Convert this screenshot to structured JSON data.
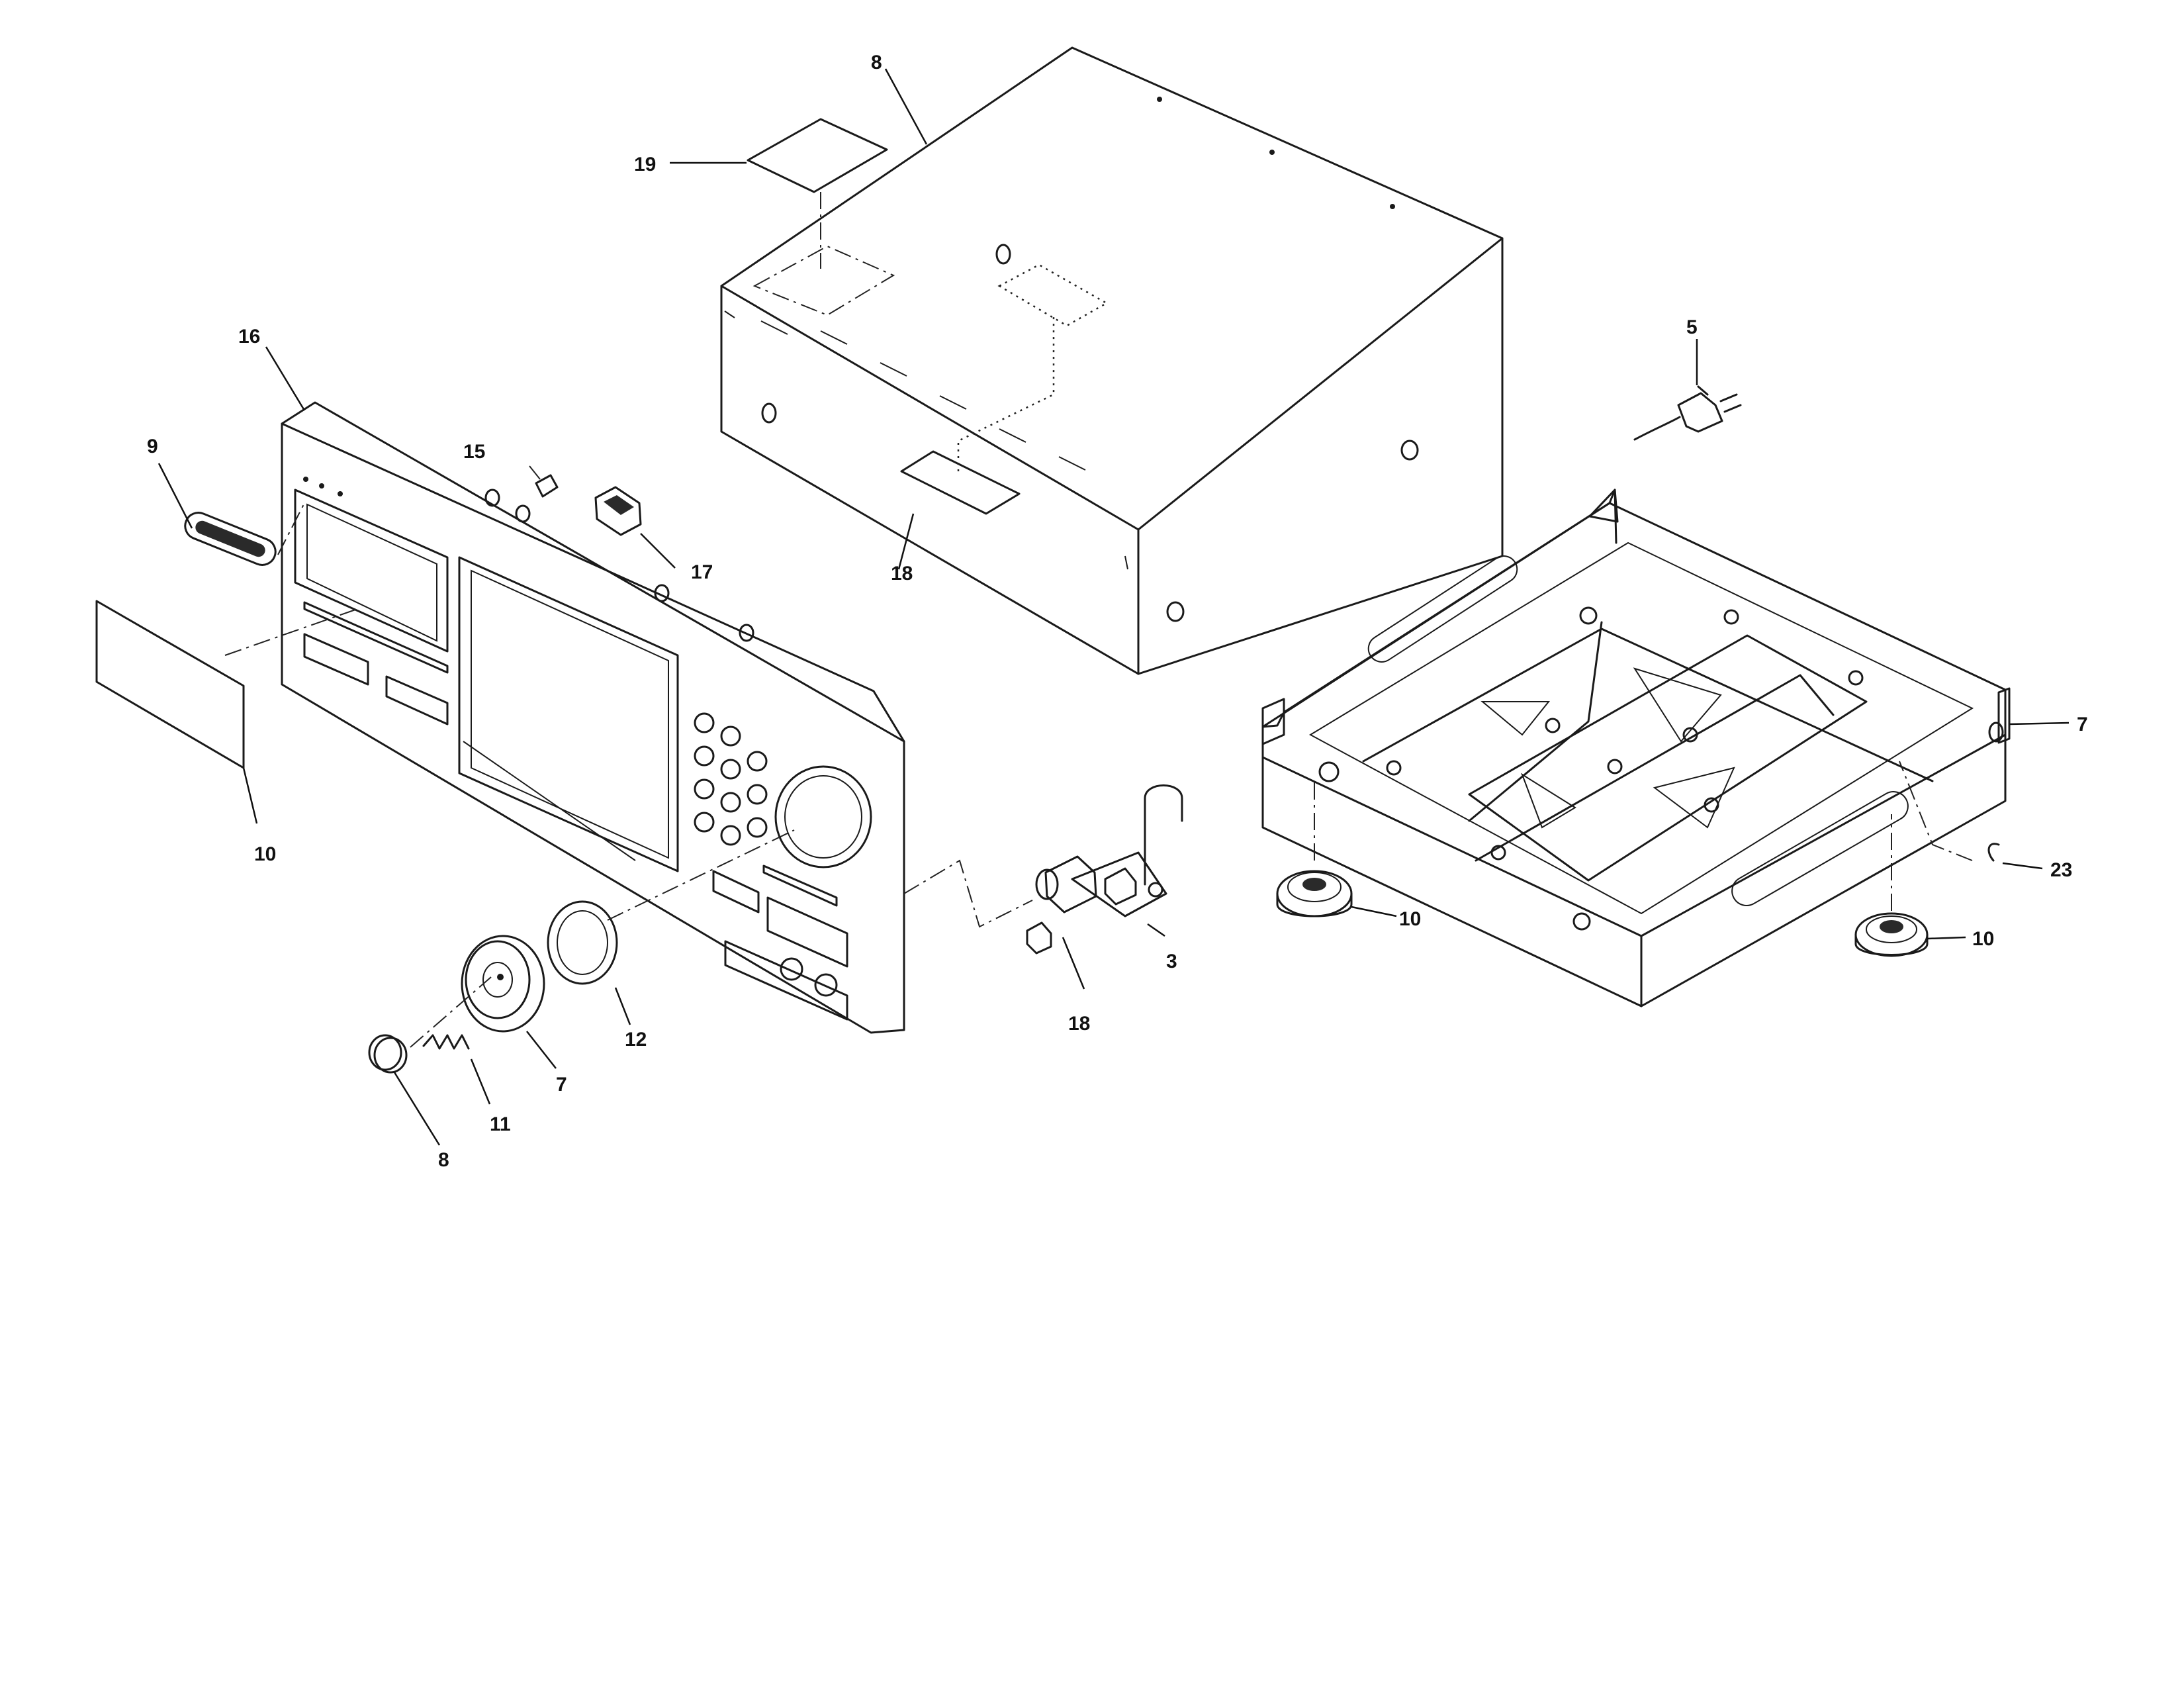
{
  "callouts": {
    "top_cover_label": "8",
    "top_label_sticker_label": "19",
    "front_panel_label": "16",
    "badge_label": "9",
    "button_15_label": "15",
    "switch_17_label": "17",
    "tray_window_label_left": "10",
    "rating_label_18": "18",
    "power_cord_label": "5",
    "chassis_bracket_label": "7",
    "clip_23_label": "23",
    "foot_left_label": "10",
    "foot_right_label": "10",
    "pcb_label": "3",
    "knob_cap_label": "18",
    "ring_label": "12",
    "knob_label": "7",
    "spring_label": "11",
    "knob_button_label": "8"
  },
  "colors": {
    "ink": "#1a1a1a",
    "paper": "#ffffff"
  }
}
